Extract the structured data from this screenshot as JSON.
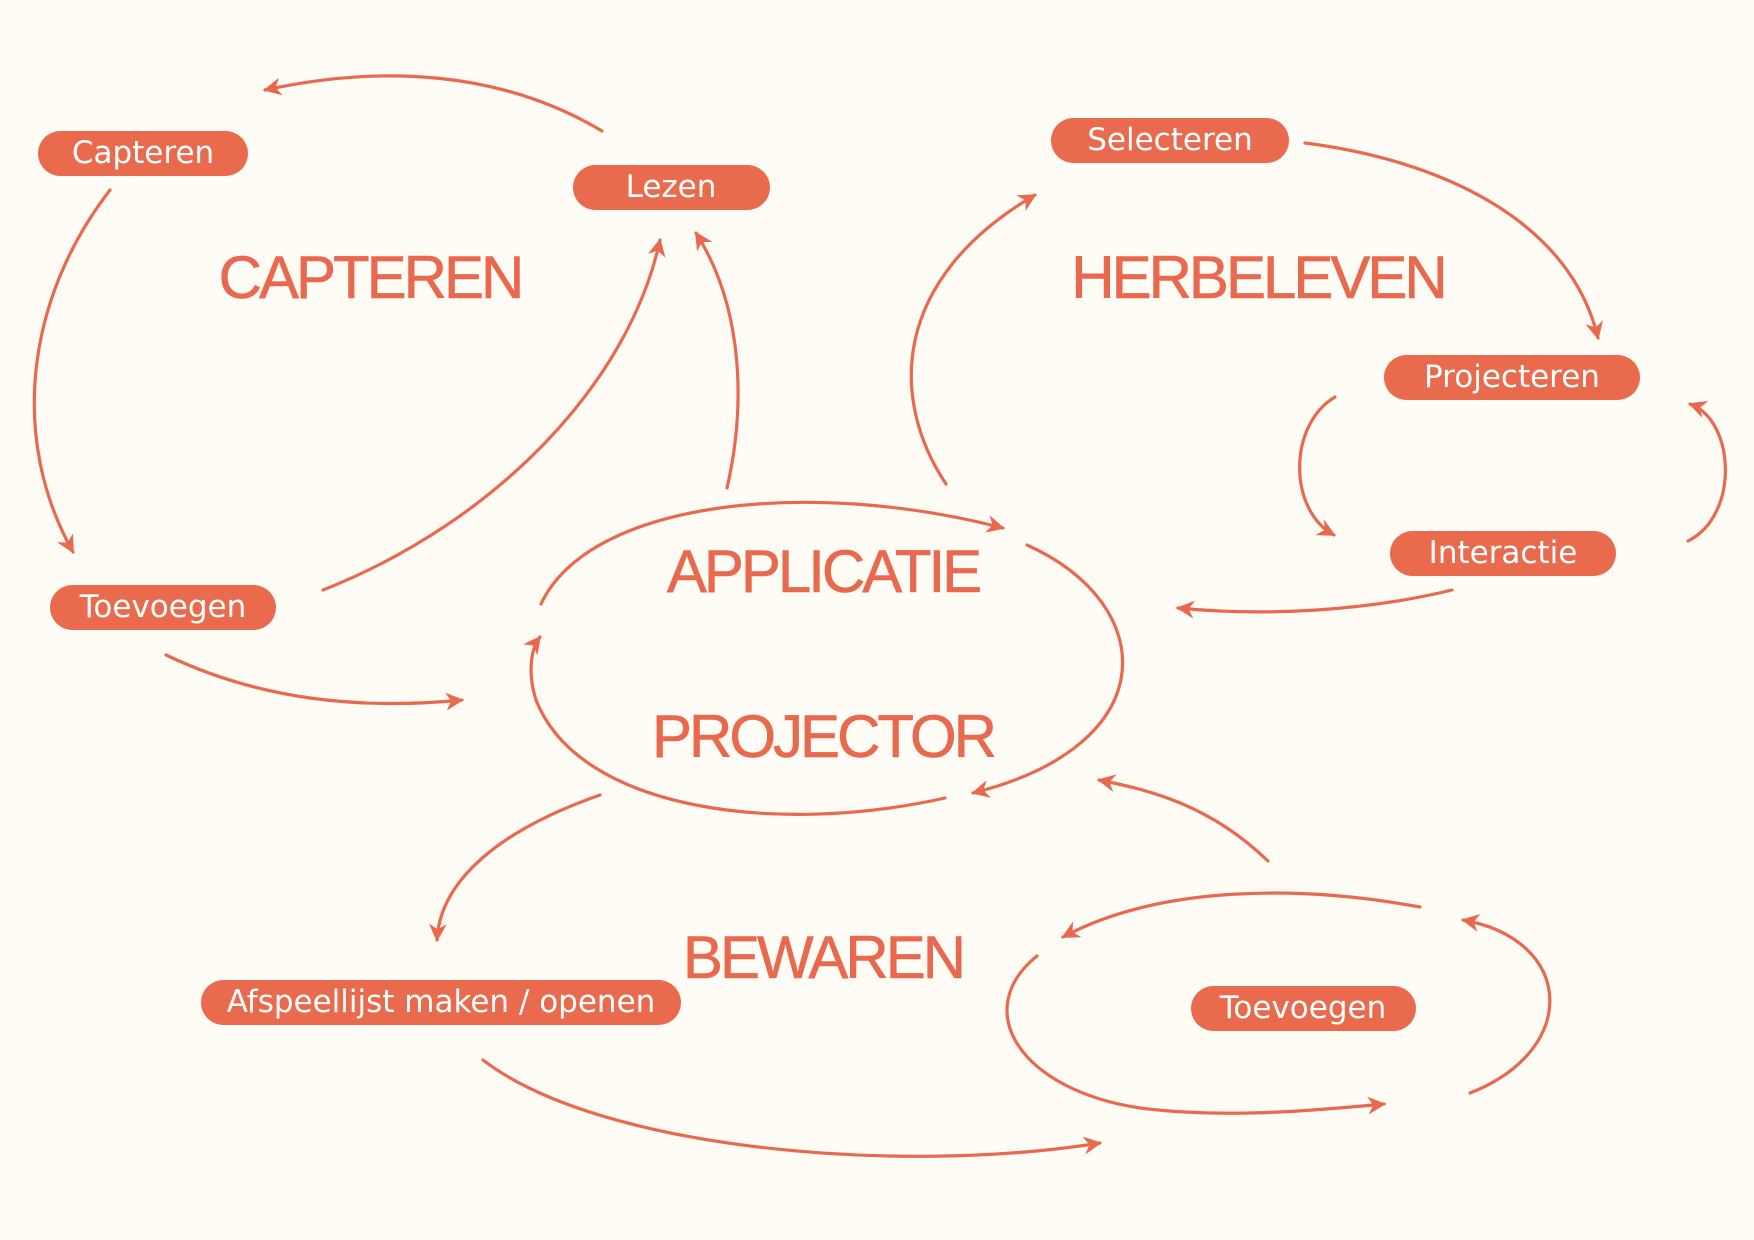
{
  "sections": {
    "capteren": "CAPTEREN",
    "herbeleven": "HERBELEVEN",
    "applicatie": "APPLICATIE",
    "projector": "PROJECTOR",
    "bewaren": "BEWAREN"
  },
  "nodes": {
    "capteren": "Capteren",
    "lezen": "Lezen",
    "toevoegen_left": "Toevoegen",
    "selecteren": "Selecteren",
    "projecteren": "Projecteren",
    "interactie": "Interactie",
    "afspeellijst": "Afspeellijst maken / openen",
    "toevoegen_right": "Toevoegen"
  },
  "colors": {
    "accent": "#e8694e",
    "background": "#fffcf6",
    "pill_text": "#ffffff"
  }
}
